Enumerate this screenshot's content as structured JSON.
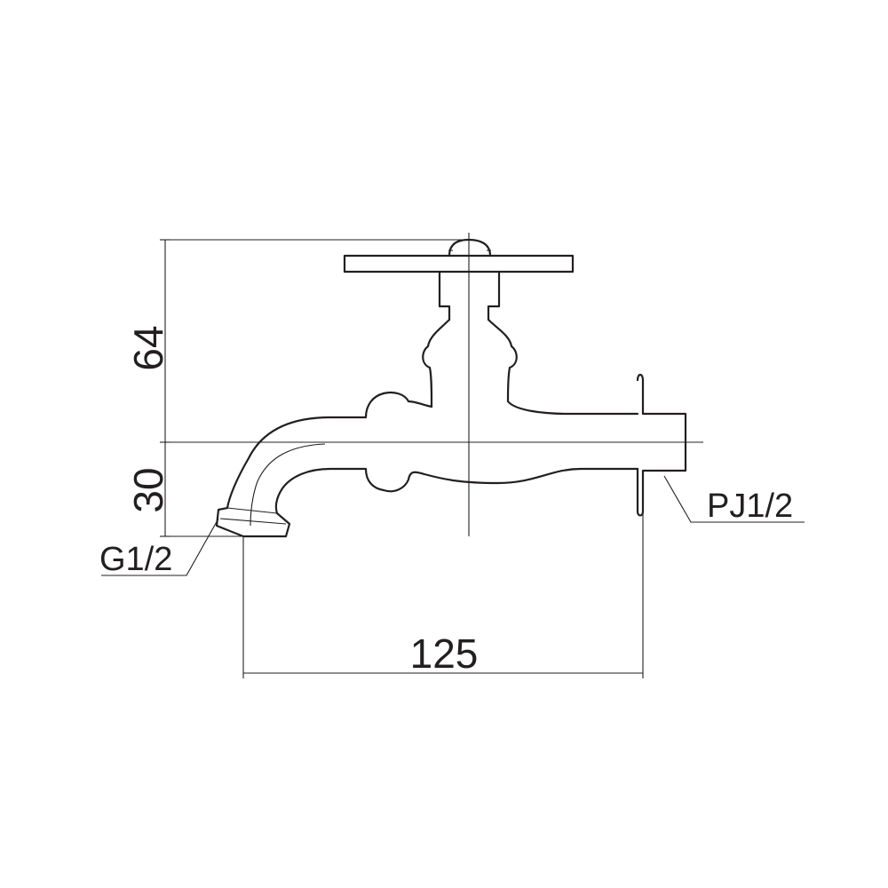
{
  "dimensions": {
    "height_above_axis": "64",
    "height_below_axis": "30",
    "overall_length": "125"
  },
  "labels": {
    "inlet_thread": "PJ1/2",
    "outlet_thread": "G1/2"
  },
  "colors": {
    "line": "#231f20",
    "background": "#ffffff"
  }
}
